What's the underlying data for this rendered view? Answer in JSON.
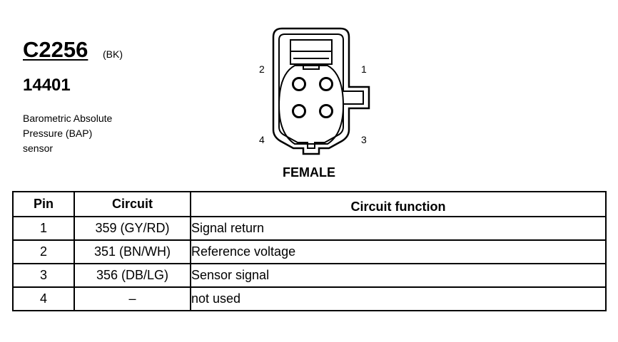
{
  "connector": {
    "id": "C2256",
    "color": "(BK)",
    "part_number": "14401",
    "description_lines": [
      "Barometric Absolute",
      "Pressure (BAP)",
      "sensor"
    ]
  },
  "diagram": {
    "pin_labels": [
      "1",
      "2",
      "3",
      "4"
    ],
    "gender": "FEMALE"
  },
  "table": {
    "headers": [
      "Pin",
      "Circuit",
      "Circuit function"
    ],
    "rows": [
      {
        "pin": "1",
        "circuit": "359 (GY/RD)",
        "function": "Signal return"
      },
      {
        "pin": "2",
        "circuit": "351 (BN/WH)",
        "function": "Reference voltage"
      },
      {
        "pin": "3",
        "circuit": "356 (DB/LG)",
        "function": "Sensor signal"
      },
      {
        "pin": "4",
        "circuit": "–",
        "function": "not used"
      }
    ]
  }
}
